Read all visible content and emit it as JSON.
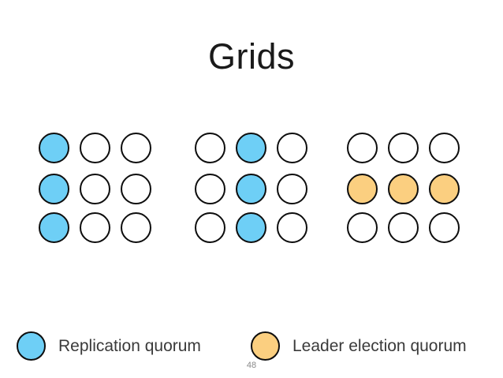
{
  "slide": {
    "title": "Grids",
    "page_number": "48",
    "background_color": "#ffffff",
    "title_color": "#1a1a1a"
  },
  "colors": {
    "replication_quorum": "#6ecff6",
    "leader_election_quorum": "#fbcf80",
    "node_empty": "#ffffff",
    "node_outline": "#0d0d0d"
  },
  "diagram": {
    "rows": 3,
    "columns": 3,
    "grids": [
      {
        "name": "grid-column-quorum-left",
        "highlight": "replication_quorum",
        "cells": [
          [
            "replication",
            "empty",
            "empty"
          ],
          [
            "replication",
            "empty",
            "empty"
          ],
          [
            "replication",
            "empty",
            "empty"
          ]
        ]
      },
      {
        "name": "grid-column-quorum-middle",
        "highlight": "replication_quorum",
        "cells": [
          [
            "empty",
            "replication",
            "empty"
          ],
          [
            "empty",
            "replication",
            "empty"
          ],
          [
            "empty",
            "replication",
            "empty"
          ]
        ]
      },
      {
        "name": "grid-row-quorum-right",
        "highlight": "leader_election_quorum",
        "cells": [
          [
            "empty",
            "empty",
            "empty"
          ],
          [
            "leader",
            "leader",
            "leader"
          ],
          [
            "empty",
            "empty",
            "empty"
          ]
        ]
      }
    ]
  },
  "legend": {
    "items": [
      {
        "label": "Replication quorum",
        "color": "#6ecff6",
        "swatch": "blue"
      },
      {
        "label": "Leader election quorum",
        "color": "#fbcf80",
        "swatch": "orange"
      }
    ]
  }
}
